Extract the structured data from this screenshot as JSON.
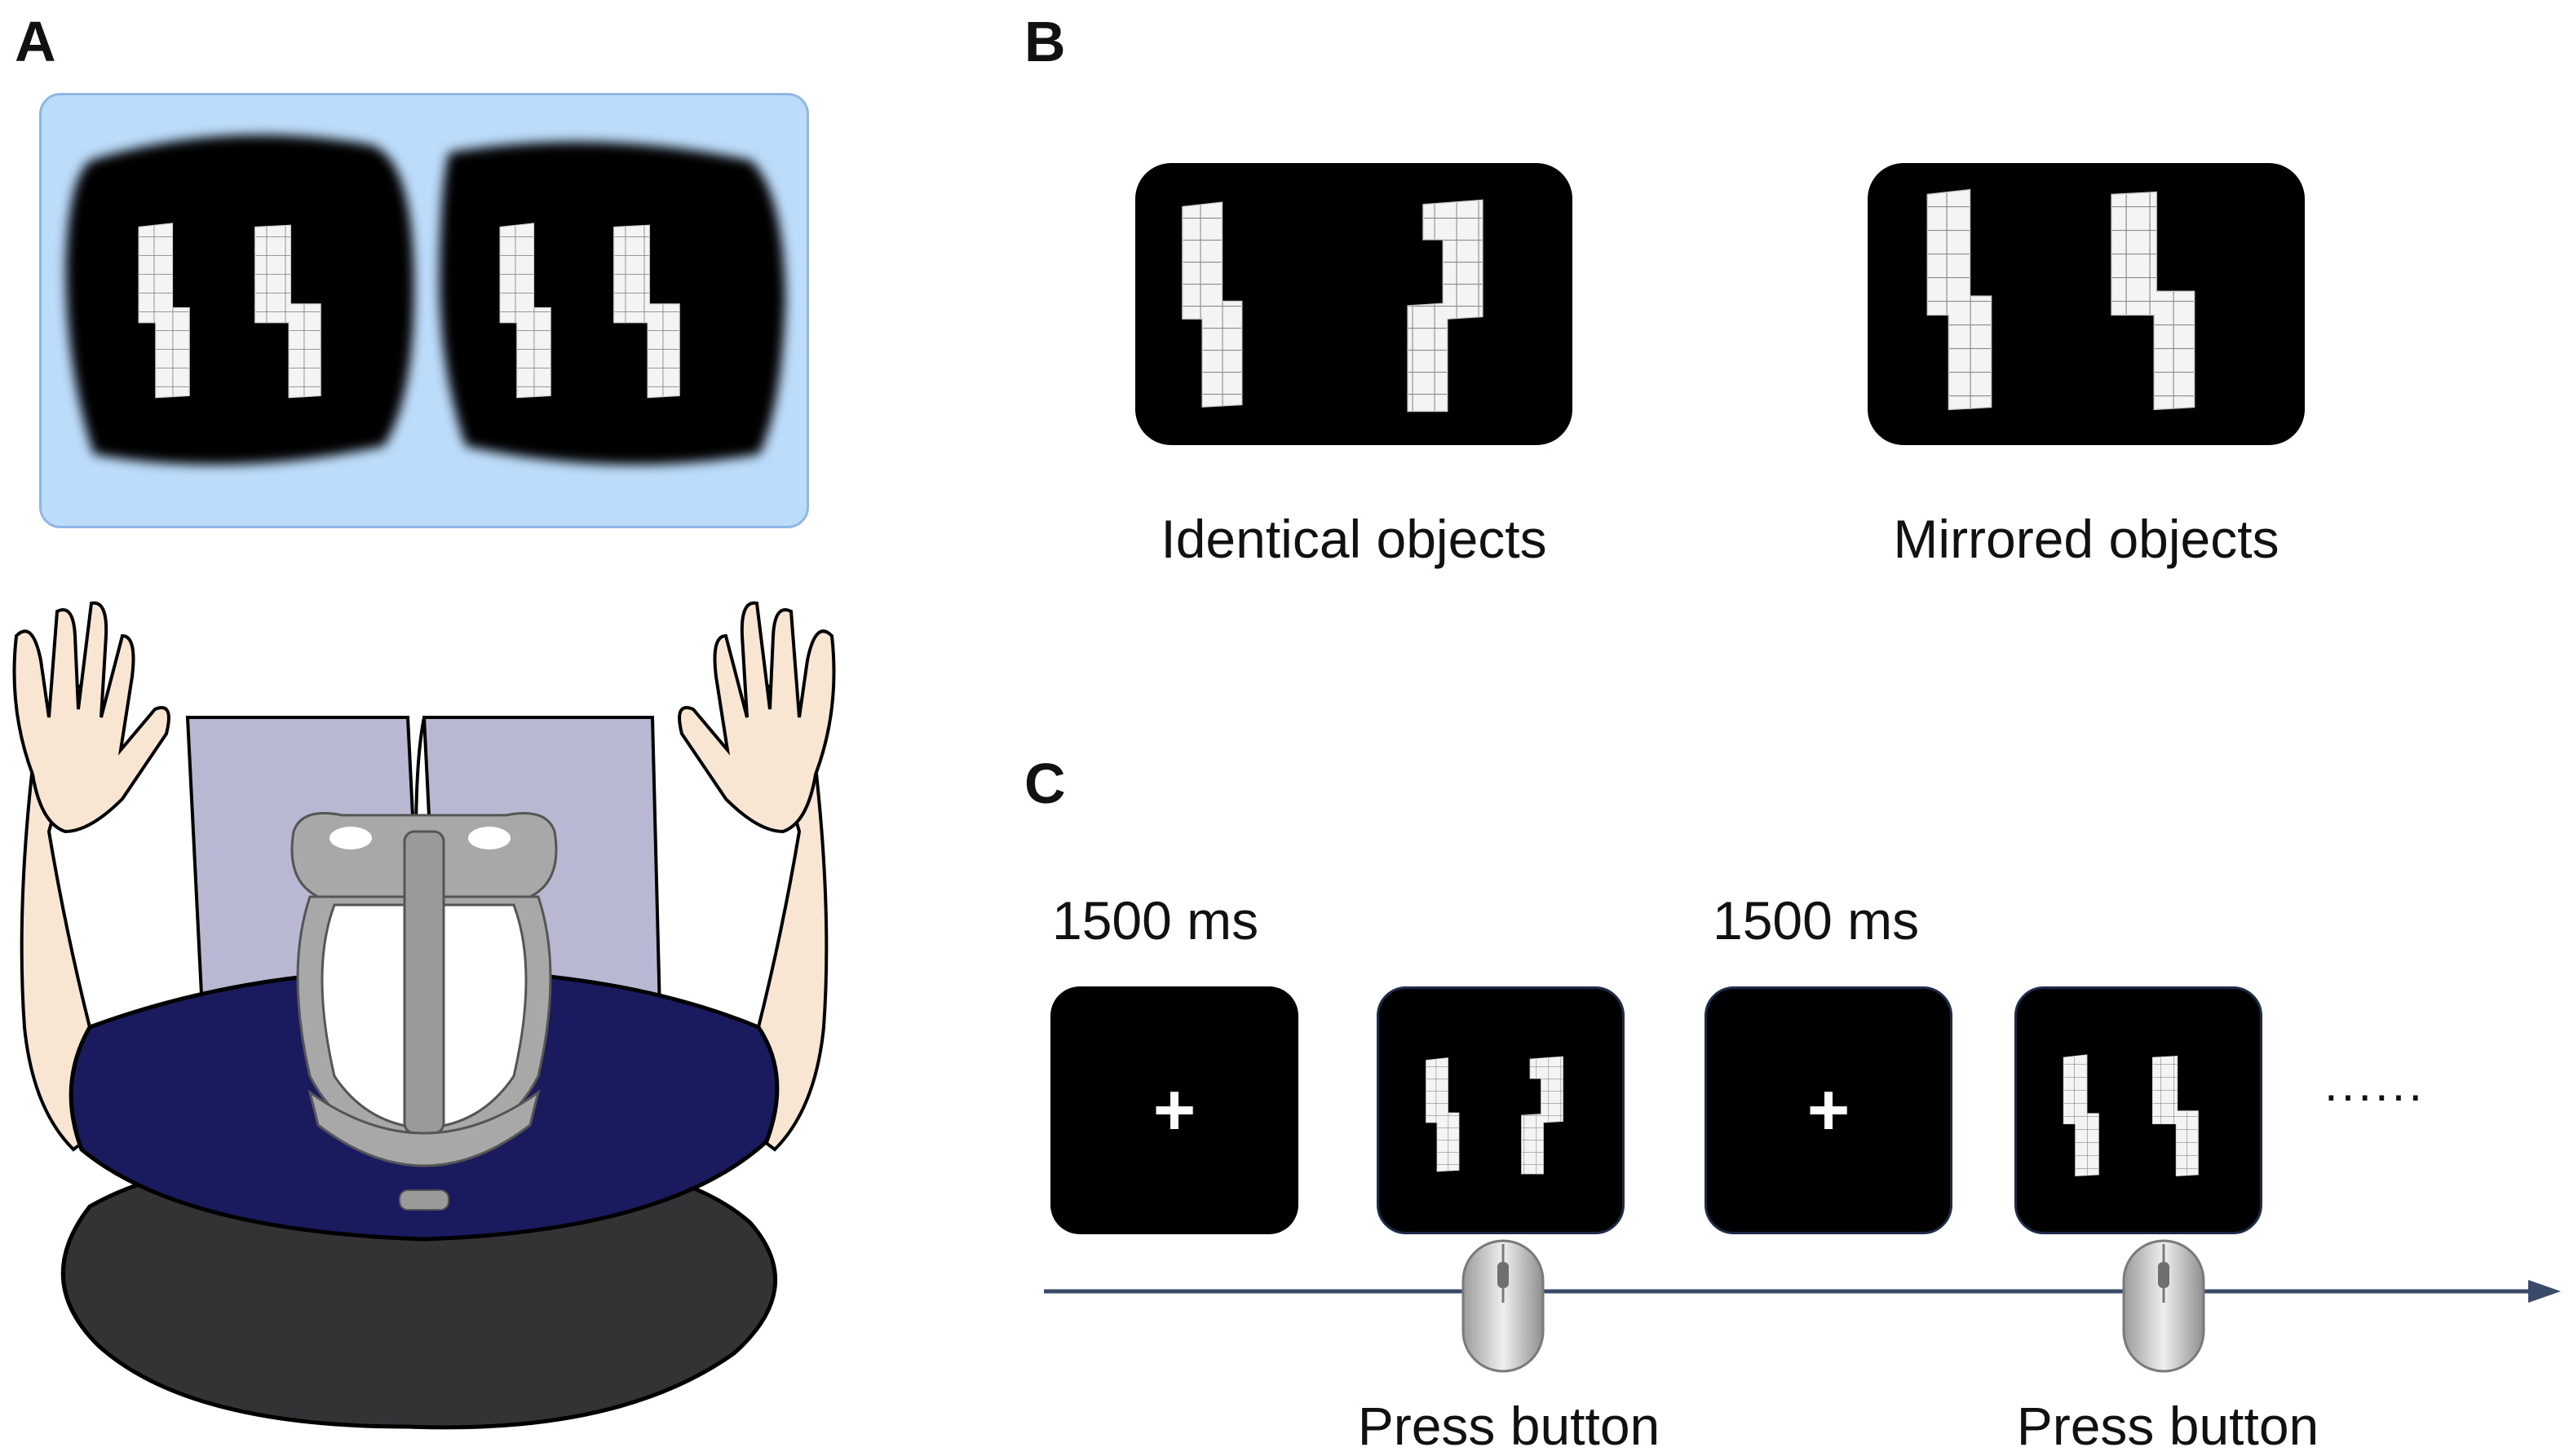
{
  "panels": {
    "a": {
      "letter": "A"
    },
    "b": {
      "letter": "B",
      "identical_label": "Identical objects",
      "mirrored_label": "Mirrored objects"
    },
    "c": {
      "letter": "C",
      "duration_1": "1500 ms",
      "duration_2": "1500 ms",
      "fixation_symbol": "+",
      "ellipsis": "......",
      "press_label_1": "Press button",
      "press_label_2": "Press button"
    }
  },
  "colors": {
    "headset_view_bg": "#bcdcfb",
    "shirt": "#1a1b5e",
    "trousers": "#b9b8d3",
    "skin": "#f9e6d2",
    "seat": "#333335",
    "headset": "#a8a8a8",
    "timeline": "#3a4a6a"
  }
}
